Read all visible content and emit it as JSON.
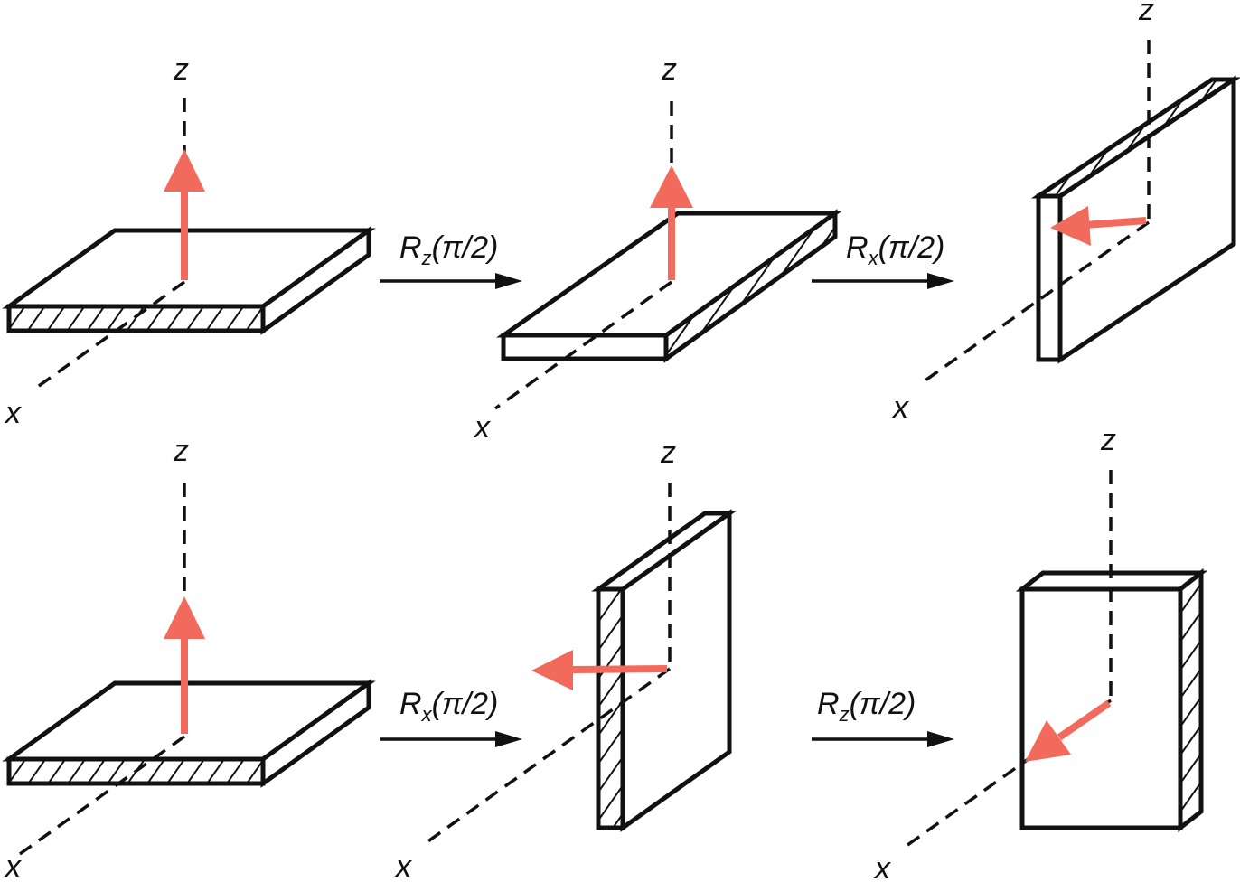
{
  "colors": {
    "vector": "#f26a5b",
    "ink": "#111111",
    "background": "#ffffff"
  },
  "rows": [
    {
      "panels": [
        {
          "axis_x": "x",
          "axis_z": "z"
        },
        {
          "axis_x": "x",
          "axis_z": "z"
        },
        {
          "axis_x": "x",
          "axis_z": "z"
        }
      ],
      "operators": [
        {
          "symbol": "R",
          "subscript": "z",
          "argument": "(π/2)"
        },
        {
          "symbol": "R",
          "subscript": "x",
          "argument": "(π/2)"
        }
      ]
    },
    {
      "panels": [
        {
          "axis_x": "x",
          "axis_z": "z"
        },
        {
          "axis_x": "x",
          "axis_z": "z"
        },
        {
          "axis_x": "x",
          "axis_z": "z"
        }
      ],
      "operators": [
        {
          "symbol": "R",
          "subscript": "x",
          "argument": "(π/2)"
        },
        {
          "symbol": "R",
          "subscript": "z",
          "argument": "(π/2)"
        }
      ]
    }
  ]
}
